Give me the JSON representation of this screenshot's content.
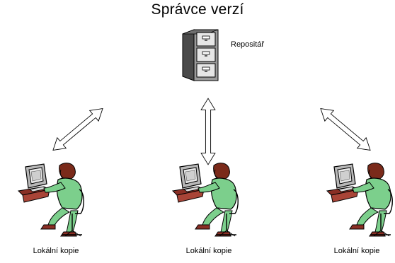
{
  "title": "Správce verzí",
  "repository": {
    "label": "Repositář",
    "icon": "filing-cabinet-icon"
  },
  "clients": [
    {
      "label": "Lokální kopie",
      "icon": "user-at-computer-icon"
    },
    {
      "label": "Lokální kopie",
      "icon": "user-at-computer-icon"
    },
    {
      "label": "Lokální kopie",
      "icon": "user-at-computer-icon"
    }
  ],
  "colors": {
    "shirt": "#7ccf8c",
    "hair": "#7a2a1a",
    "desk": "#a94437",
    "monitor": "#b8b8b8",
    "cabinet": "#9a9a9a"
  }
}
